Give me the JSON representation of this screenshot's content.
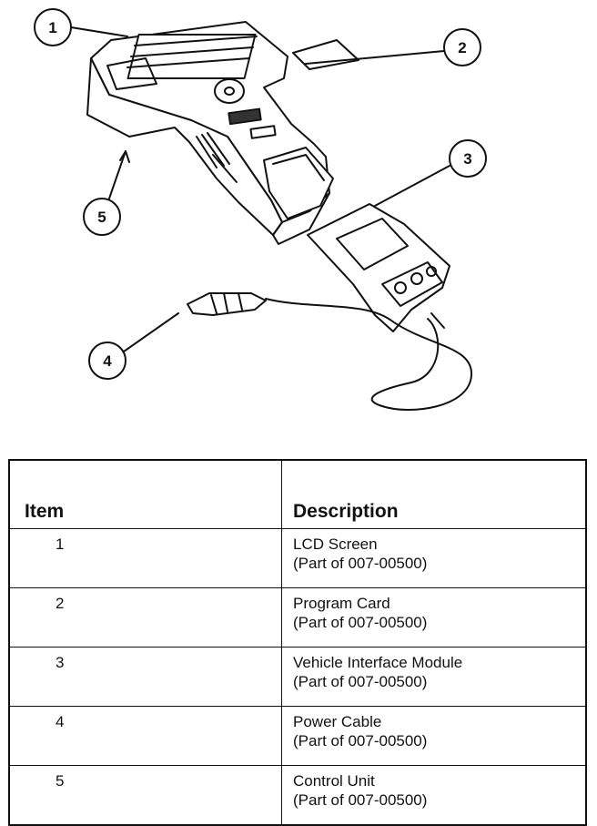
{
  "callouts": [
    "1",
    "2",
    "3",
    "4",
    "5"
  ],
  "table": {
    "headers": {
      "item": "Item",
      "description": "Description"
    },
    "rows": [
      {
        "item": "1",
        "description": "LCD Screen",
        "part": "(Part of 007-00500)"
      },
      {
        "item": "2",
        "description": "Program Card",
        "part": "(Part of 007-00500)"
      },
      {
        "item": "3",
        "description": "Vehicle Interface Module",
        "part": "(Part of 007-00500)"
      },
      {
        "item": "4",
        "description": "Power Cable",
        "part": "(Part of 007-00500)"
      },
      {
        "item": "5",
        "description": "Control Unit",
        "part": "(Part of 007-00500)"
      }
    ]
  }
}
